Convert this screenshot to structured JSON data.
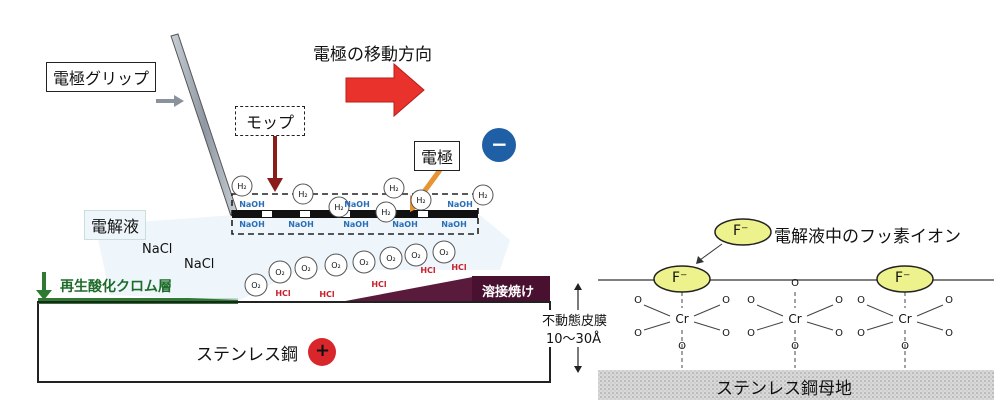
{
  "labels": {
    "electrode_grip": "電極グリップ",
    "move_direction": "電極の移動方向",
    "mop": "モップ",
    "electrode": "電極",
    "electrolyte": "電解液",
    "nacl": "NaCl",
    "regenerated_layer": "再生酸化クロム層",
    "weld_burn": "溶接焼け",
    "passive_film": "不動態皮膜",
    "film_thickness": "10～30Å",
    "stainless_steel": "ステンレス鋼",
    "fluoride_ion_label": "電解液中のフッ素イオン",
    "base_metal": "ステンレス鋼母地"
  },
  "symbols": {
    "minus": "−",
    "plus": "+",
    "fluoride": "F⁻",
    "h2": "H₂",
    "o2": "O₂",
    "naoh": "NaOH",
    "hcl": "HCl",
    "oxygen": "O",
    "chromium": "Cr"
  },
  "colors": {
    "arrow_red": "#e8322b",
    "electrode_blue": "#1f5fa5",
    "plus_red": "#d8262b",
    "weld_purple": "#5a1a3c",
    "green_layer": "#2f7a33",
    "fluoride_yellow": "#eef28c"
  }
}
